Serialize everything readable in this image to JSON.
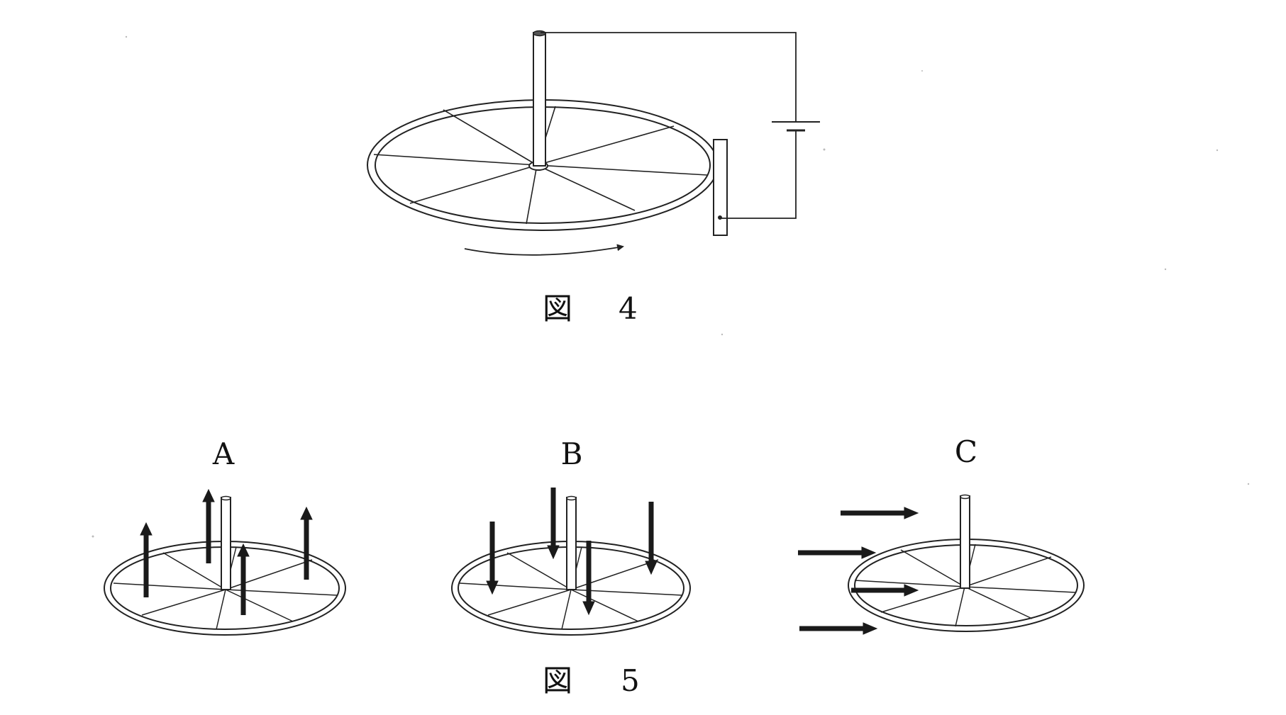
{
  "figure4": {
    "caption_char": "図",
    "caption_num": "4"
  },
  "figure5": {
    "caption_char": "図",
    "caption_num": "5",
    "panels": [
      {
        "label": "A",
        "field": "upward-arrows-icon"
      },
      {
        "label": "B",
        "field": "downward-arrows-icon"
      },
      {
        "label": "C",
        "field": "rightward-arrows-icon"
      }
    ]
  },
  "colors": {
    "line": "#222222",
    "arrow": "#1a1a1a",
    "background": "#ffffff"
  }
}
